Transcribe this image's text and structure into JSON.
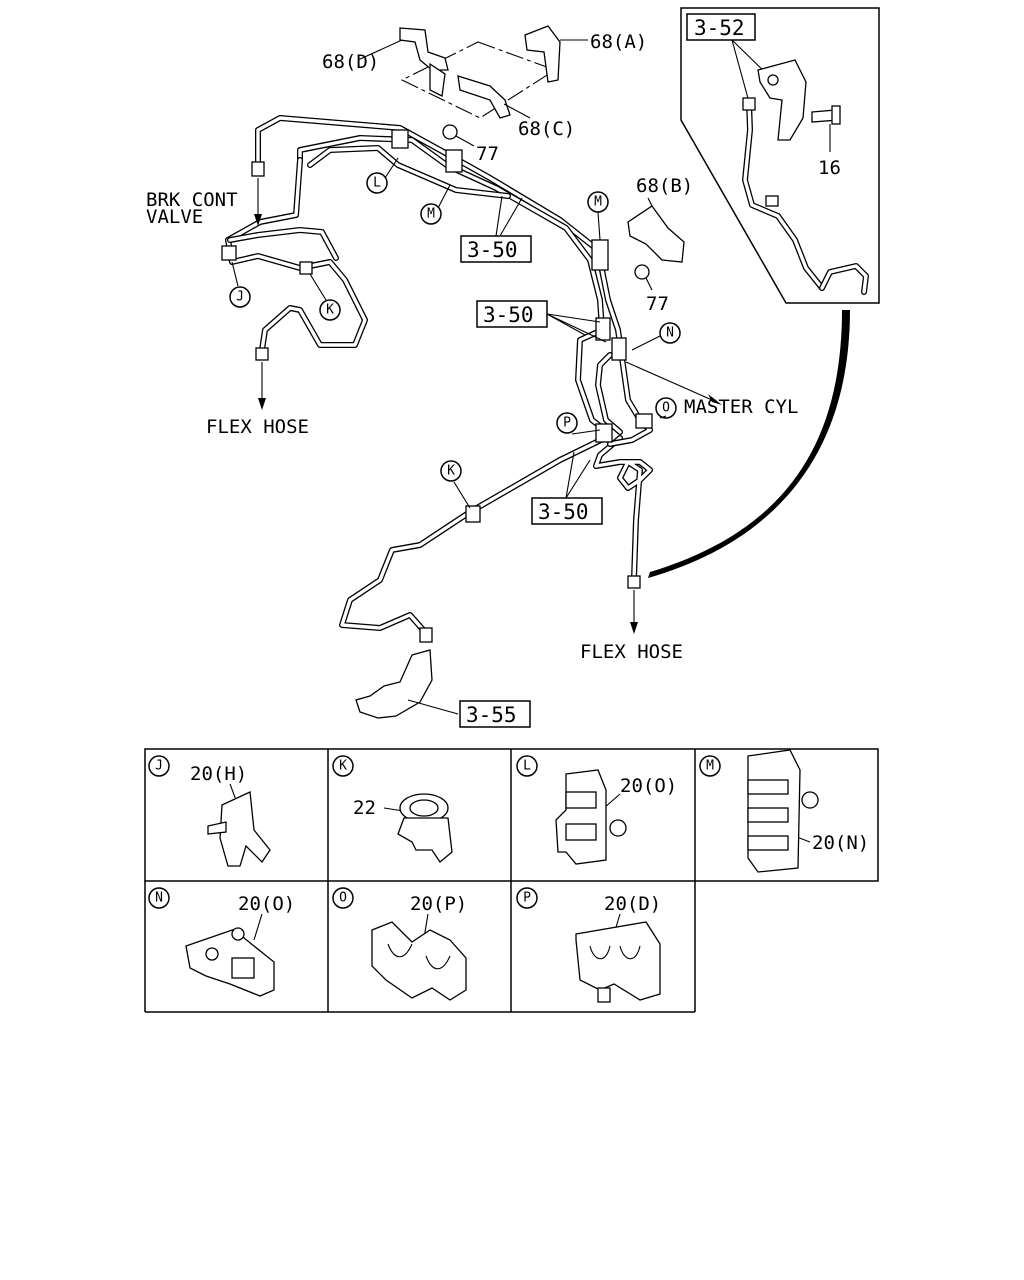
{
  "callouts": {
    "c68d": "68(D)",
    "c68a": "68(A)",
    "c68c": "68(C)",
    "c68b": "68(B)",
    "c77a": "77",
    "c77b": "77",
    "c16": "16",
    "ref352": "3-52",
    "ref350a": "3-50",
    "ref350b": "3-50",
    "ref350c": "3-50",
    "ref355": "3-55"
  },
  "labels": {
    "brk_cont_line1": "BRK CONT",
    "brk_cont_line2": "VALVE",
    "flex_hose_left": "FLEX HOSE",
    "flex_hose_bottom": "FLEX HOSE",
    "master_cyl": "MASTER CYL"
  },
  "clip_markers": {
    "L": "L",
    "M1": "M",
    "M2": "M",
    "J": "J",
    "K1": "K",
    "K2": "K",
    "N": "N",
    "O": "O",
    "P": "P"
  },
  "detail_table": {
    "cells": [
      {
        "letter": "J",
        "part": "20(H)"
      },
      {
        "letter": "K",
        "part": "22"
      },
      {
        "letter": "L",
        "part": "20(O)"
      },
      {
        "letter": "M",
        "part": "20(N)"
      },
      {
        "letter": "N",
        "part": "20(O)"
      },
      {
        "letter": "O",
        "part": "20(P)"
      },
      {
        "letter": "P",
        "part": "20(D)"
      }
    ]
  }
}
